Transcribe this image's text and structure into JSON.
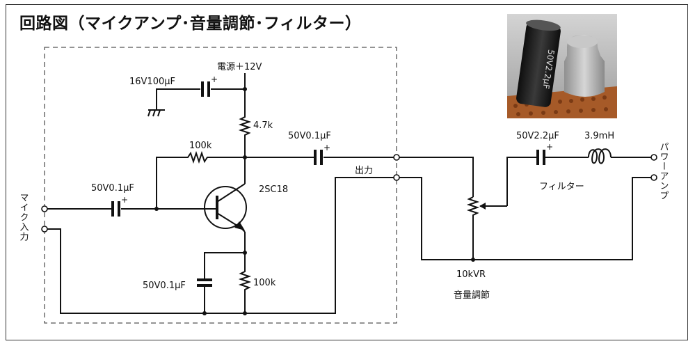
{
  "title": "回路図（マイクアンプ･音量調節･フィルター）",
  "labels": {
    "power": "電源＋12V",
    "c_bypass": "16V100μF",
    "r_collector": "4.7k",
    "r_feedback": "100k",
    "c_output": "50V0.1μF",
    "c_input": "50V0.1μF",
    "transistor": "2SC18",
    "output": "出力",
    "c_emitter": "50V0.1μF",
    "r_emitter": "100k",
    "mic_input": "マイク入力",
    "volume_pot": "10kVR",
    "volume_caption": "音量調節",
    "c_filter": "50V2.2μF",
    "inductor": "3.9mH",
    "filter_caption": "フィルター",
    "power_amp": "パワーアンプ"
  },
  "photo": {
    "capacitor_print": "50V2.2μF",
    "capacitor_color": "#1e1e1e",
    "board_color": "#b5652e",
    "inductor_color": "#bdbdbd"
  }
}
